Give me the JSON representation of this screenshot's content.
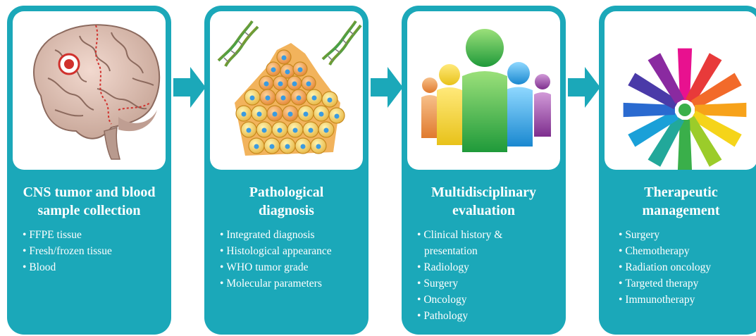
{
  "colors": {
    "card": "#1ba8b9",
    "arrow": "#1ba8b9",
    "text": "#ffffff"
  },
  "steps": [
    {
      "title": "CNS tumor and blood\nsample collection",
      "image_icon": "brain-icon",
      "items": [
        "FFPE tissue",
        "Fresh/frozen tissue",
        "Blood"
      ]
    },
    {
      "title": "Pathological\ndiagnosis",
      "image_icon": "cells-dna-icon",
      "items": [
        "Integrated diagnosis",
        "Histological appearance",
        "WHO tumor grade",
        "Molecular parameters"
      ]
    },
    {
      "title": "Multidisciplinary\nevaluation",
      "image_icon": "people-team-icon",
      "items": [
        "Clinical history & presentation",
        "Radiology",
        "Surgery",
        "Oncology",
        "Pathology"
      ]
    },
    {
      "title": "Therapeutic\nmanagement",
      "image_icon": "radial-petals-icon",
      "items": [
        "Surgery",
        "Chemotherapy",
        "Radiation oncology",
        "Targeted therapy",
        "Immunotherapy"
      ]
    }
  ],
  "arrows": [
    "arrow-right-icon",
    "arrow-right-icon",
    "arrow-right-icon"
  ]
}
